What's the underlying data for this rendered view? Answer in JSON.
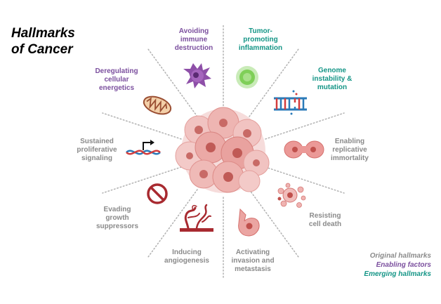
{
  "title": {
    "line1": "Hallmarks",
    "line2": "of Cancer"
  },
  "colors": {
    "original": "#8a8a8a",
    "enabling": "#7b4f9e",
    "emerging": "#149586",
    "tumor": "#e8a3a0",
    "dots": "#b0b0b0"
  },
  "hallmarks": {
    "avoiding_immune": {
      "line1": "Avoiding",
      "line2": "immune",
      "line3": "destruction",
      "category": "enabling",
      "icon": "immune-cell-icon"
    },
    "tumor_promoting": {
      "line1": "Tumor-",
      "line2": "promoting",
      "line3": "inflammation",
      "category": "emerging",
      "icon": "inflammation-cell-icon"
    },
    "genome_instability": {
      "line1": "Genome",
      "line2": "instability &",
      "line3": "mutation",
      "category": "emerging",
      "icon": "dna-mutation-icon"
    },
    "replicative_immortality": {
      "line1": "Enabling",
      "line2": "replicative",
      "line3": "immortality",
      "category": "original",
      "icon": "dividing-cell-icon"
    },
    "resisting_death": {
      "line1": "Resisting",
      "line2": "cell death",
      "category": "original",
      "icon": "apoptotic-cell-icon"
    },
    "invasion_metastasis": {
      "line1": "Activating",
      "line2": "invasion and",
      "line3": "metastasis",
      "category": "original",
      "icon": "migrating-cell-icon"
    },
    "angiogenesis": {
      "line1": "Inducing",
      "line2": "angiogenesis",
      "category": "original",
      "icon": "blood-vessel-icon"
    },
    "growth_suppressors": {
      "line1": "Evading",
      "line2": "growth",
      "line3": "suppressors",
      "category": "original",
      "icon": "prohibited-icon"
    },
    "proliferative_signaling": {
      "line1": "Sustained",
      "line2": "proliferative",
      "line3": "signaling",
      "category": "original",
      "icon": "gene-promoter-icon"
    },
    "cellular_energetics": {
      "line1": "Deregulating",
      "line2": "cellular",
      "line3": "energetics",
      "category": "enabling",
      "icon": "mitochondrion-icon"
    }
  },
  "legend": {
    "original": "Original hallmarks",
    "enabling": "Enabling factors",
    "emerging": "Emerging hallmarks"
  }
}
